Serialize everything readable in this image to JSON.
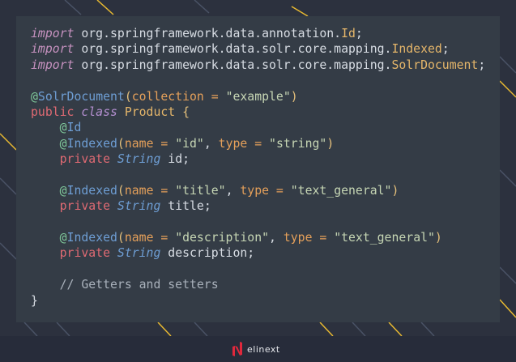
{
  "colors": {
    "background": "#2c313e",
    "panel": "#343c46",
    "accent_stripe": "#e8b931",
    "brand": "#e0283c"
  },
  "code_lines": [
    [
      [
        "kw",
        "import"
      ],
      [
        "plain",
        " org.springframework.data.annotation."
      ],
      [
        "cls",
        "Id"
      ],
      [
        "plain",
        ";"
      ]
    ],
    [
      [
        "kw",
        "import"
      ],
      [
        "plain",
        " org.springframework.data.solr.core.mapping."
      ],
      [
        "cls",
        "Indexed"
      ],
      [
        "plain",
        ";"
      ]
    ],
    [
      [
        "kw",
        "import"
      ],
      [
        "plain",
        " org.springframework.data.solr.core.mapping."
      ],
      [
        "cls",
        "SolrDocument"
      ],
      [
        "plain",
        ";"
      ]
    ],
    [],
    [
      [
        "at",
        "@"
      ],
      [
        "ann",
        "SolrDocument"
      ],
      [
        "paren",
        "("
      ],
      [
        "attr",
        "collection = "
      ],
      [
        "str",
        "\"example\""
      ],
      [
        "paren",
        ")"
      ]
    ],
    [
      [
        "mod",
        "public "
      ],
      [
        "ital",
        "class "
      ],
      [
        "cls",
        "Product "
      ],
      [
        "paren",
        "{"
      ]
    ],
    [
      [
        "plain",
        "    "
      ],
      [
        "at",
        "@"
      ],
      [
        "ann",
        "Id"
      ]
    ],
    [
      [
        "plain",
        "    "
      ],
      [
        "at",
        "@"
      ],
      [
        "ann",
        "Indexed"
      ],
      [
        "paren",
        "("
      ],
      [
        "attr",
        "name = "
      ],
      [
        "str",
        "\"id\""
      ],
      [
        "plain",
        ", "
      ],
      [
        "attr",
        "type = "
      ],
      [
        "str",
        "\"string\""
      ],
      [
        "paren",
        ")"
      ]
    ],
    [
      [
        "plain",
        "    "
      ],
      [
        "mod",
        "private "
      ],
      [
        "type",
        "String "
      ],
      [
        "plain",
        "id;"
      ]
    ],
    [],
    [
      [
        "plain",
        "    "
      ],
      [
        "at",
        "@"
      ],
      [
        "ann",
        "Indexed"
      ],
      [
        "paren",
        "("
      ],
      [
        "attr",
        "name = "
      ],
      [
        "str",
        "\"title\""
      ],
      [
        "plain",
        ", "
      ],
      [
        "attr",
        "type = "
      ],
      [
        "str",
        "\"text_general\""
      ],
      [
        "paren",
        ")"
      ]
    ],
    [
      [
        "plain",
        "    "
      ],
      [
        "mod",
        "private "
      ],
      [
        "type",
        "String "
      ],
      [
        "plain",
        "title;"
      ]
    ],
    [],
    [
      [
        "plain",
        "    "
      ],
      [
        "at",
        "@"
      ],
      [
        "ann",
        "Indexed"
      ],
      [
        "paren",
        "("
      ],
      [
        "attr",
        "name = "
      ],
      [
        "str",
        "\"description\""
      ],
      [
        "plain",
        ", "
      ],
      [
        "attr",
        "type = "
      ],
      [
        "str",
        "\"text_general\""
      ],
      [
        "paren",
        ")"
      ]
    ],
    [
      [
        "plain",
        "    "
      ],
      [
        "mod",
        "private "
      ],
      [
        "type",
        "String "
      ],
      [
        "plain",
        "description;"
      ]
    ],
    [],
    [
      [
        "plain",
        "    "
      ],
      [
        "cmt",
        "// Getters and setters"
      ]
    ],
    [
      [
        "plain",
        "}"
      ]
    ]
  ],
  "footer": {
    "logo_text": "elinext"
  }
}
